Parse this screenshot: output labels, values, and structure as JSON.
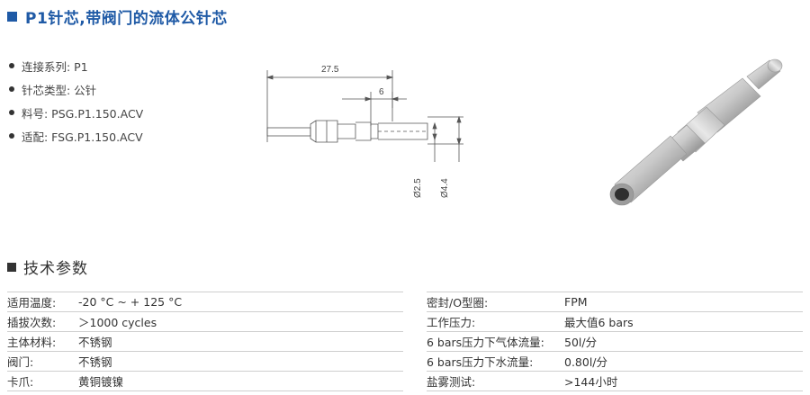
{
  "title": "P1针芯,带阀门的流体公针芯",
  "bullets": [
    "连接系列: P1",
    "针芯类型: 公针",
    "料号: PSG.P1.150.ACV",
    "适配: FSG.P1.150.ACV"
  ],
  "drawing": {
    "dim_length": "27.5",
    "dim_valve": "6",
    "dim_d1": "Ø2.5",
    "dim_d2": "Ø4.4"
  },
  "section_title": "技术参数",
  "specs_left": [
    {
      "label": "适用温度:",
      "value": "-20 °C ~ + 125 °C"
    },
    {
      "label": "插拔次数:",
      "value": "＞1000 cycles"
    },
    {
      "label": "主体材料:",
      "value": "不锈钢"
    },
    {
      "label": "阀门:",
      "value": "不锈钢"
    },
    {
      "label": "卡爪:",
      "value": "黄铜镀镍"
    }
  ],
  "specs_right": [
    {
      "label": "密封/O型圈:",
      "value": "FPM"
    },
    {
      "label": "工作压力:",
      "value": "最大值6 bars"
    },
    {
      "label": "6 bars压力下气体流量:",
      "value": "50l/分"
    },
    {
      "label": "6 bars压力下水流量:",
      "value": "0.80l/分"
    },
    {
      "label": "盐雾测试:",
      "value": ">144小时"
    }
  ]
}
